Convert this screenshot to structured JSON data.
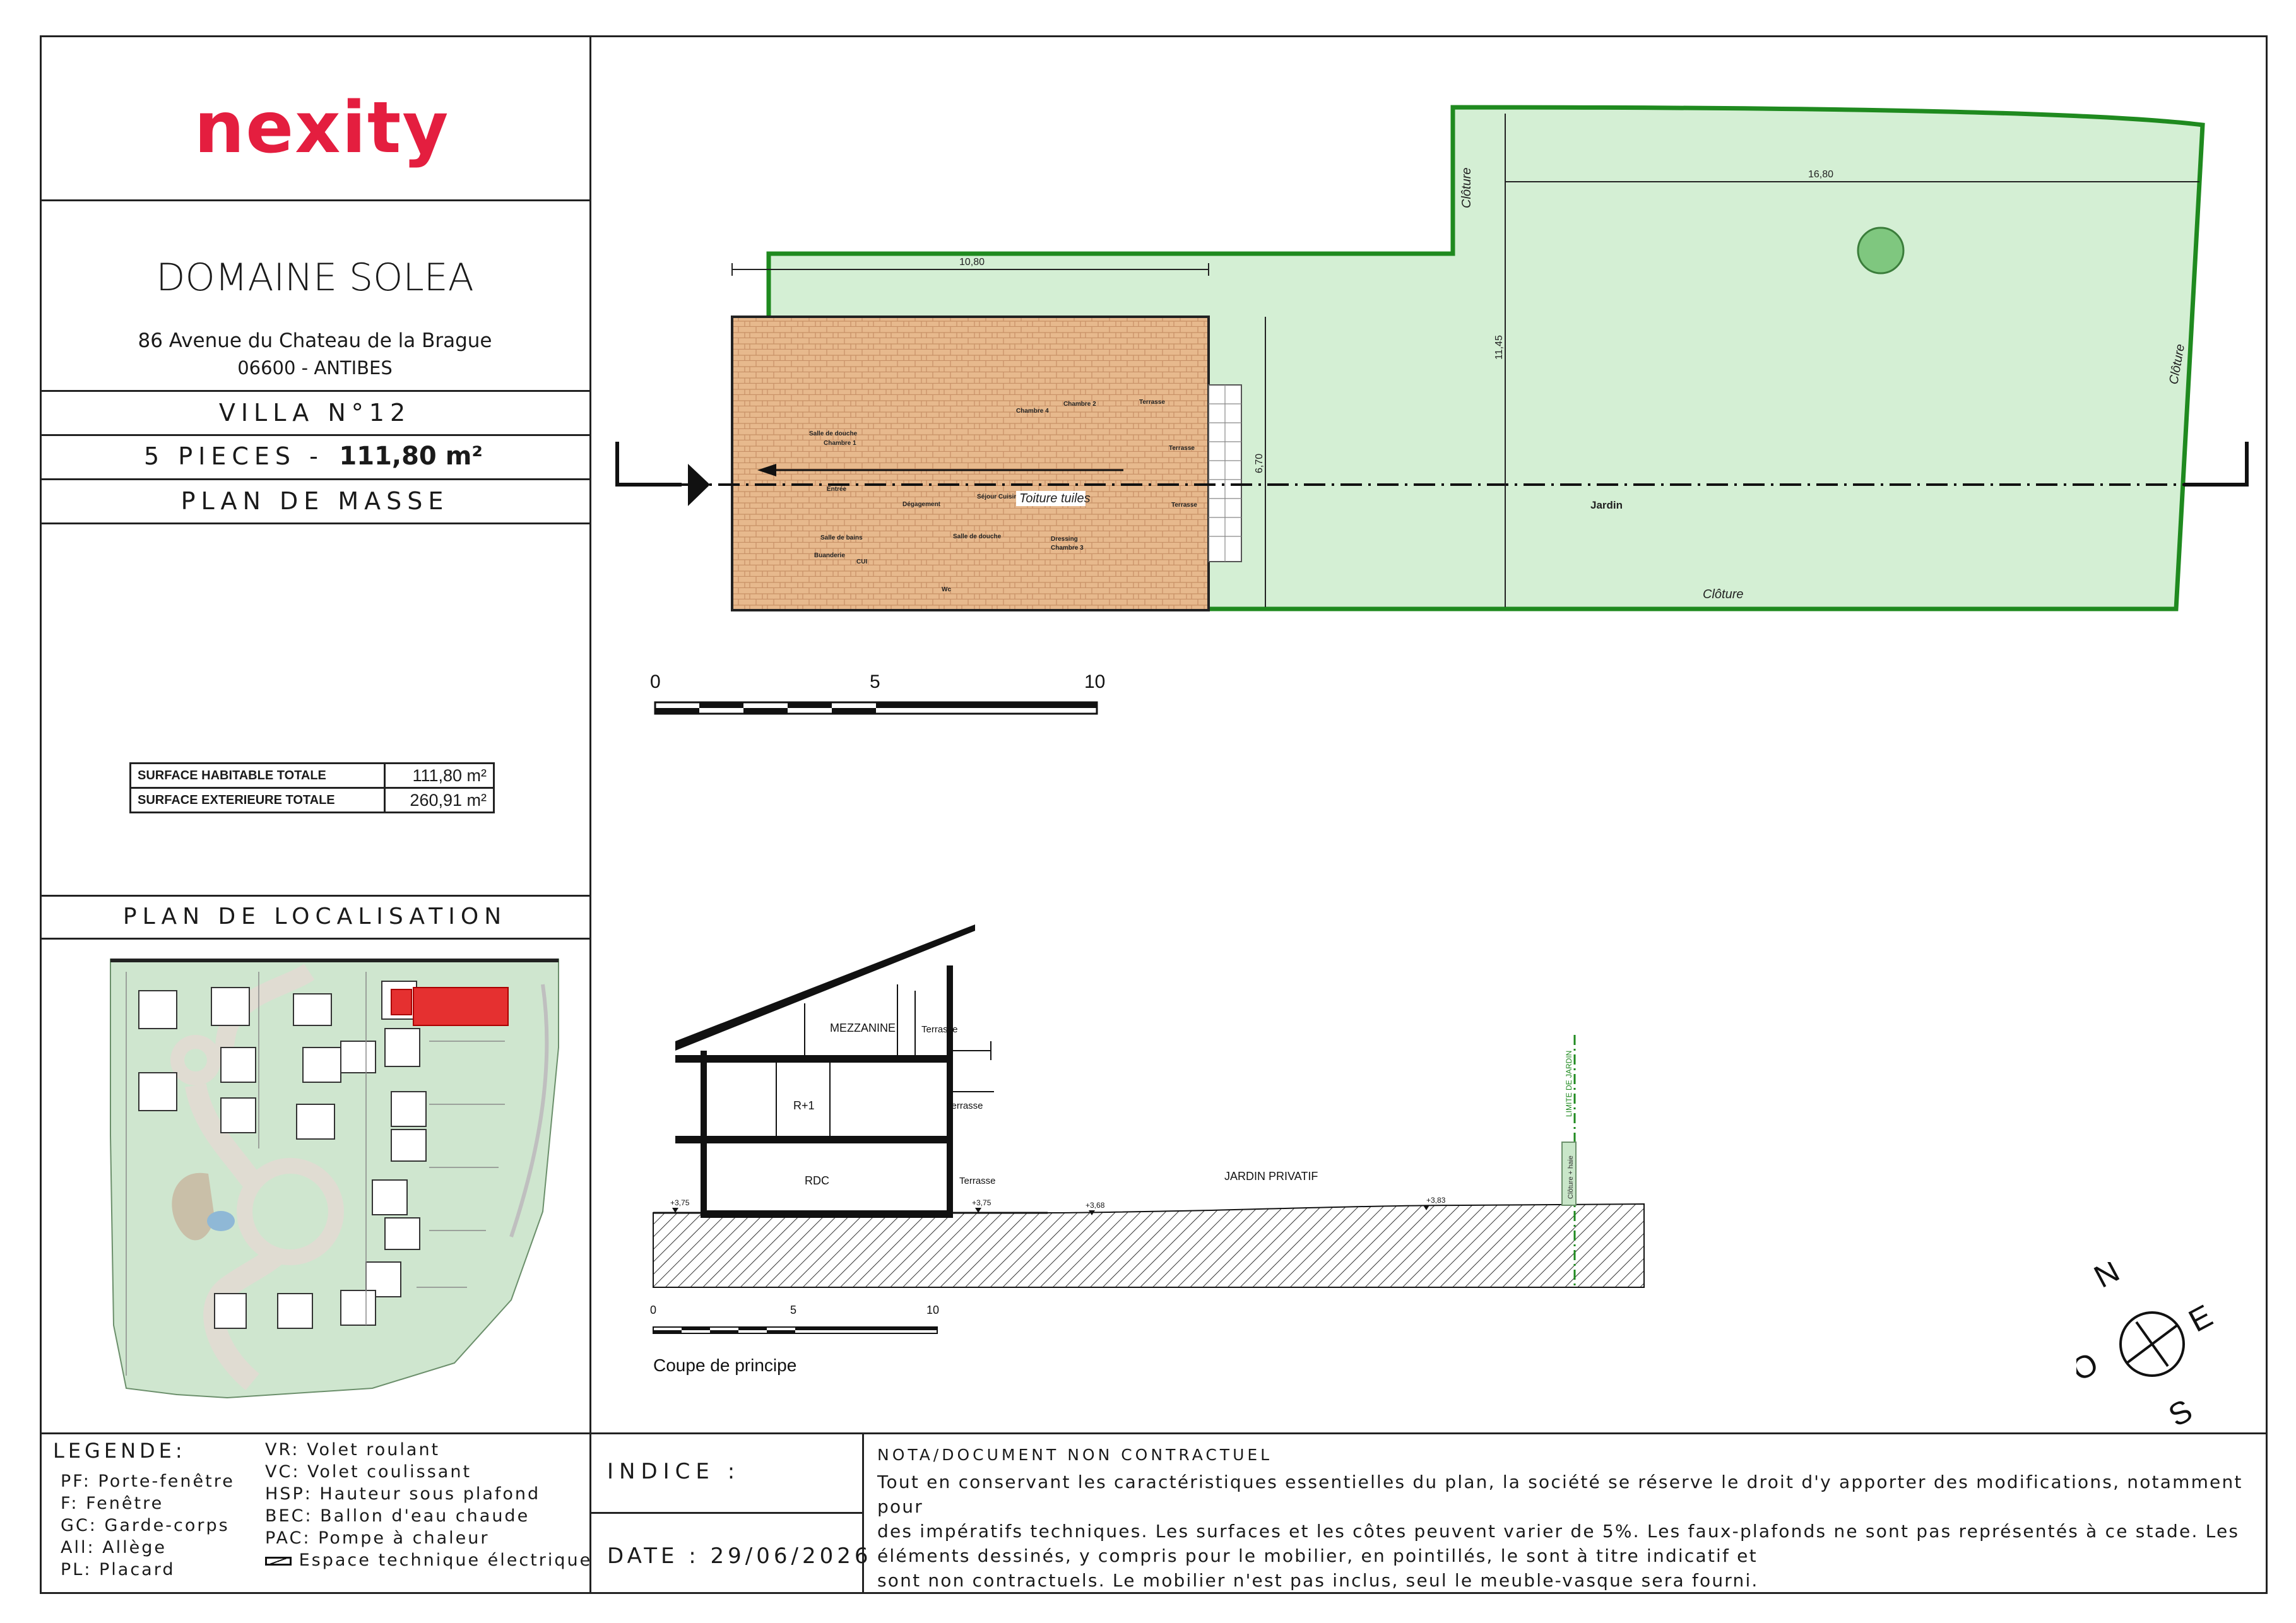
{
  "brand": {
    "logo": "nexity",
    "color": "#e41e3f"
  },
  "project": {
    "name": "DOMAINE SOLEA",
    "address_line1": "86 Avenue du Chateau de la Brague",
    "address_line2": "06600 - ANTIBES",
    "villa": "VILLA N°12",
    "pieces_label": "5 PIECES -",
    "area": "111,80 m²",
    "plan_title": "PLAN DE MASSE"
  },
  "surfaces": [
    {
      "label": "SURFACE HABITABLE TOTALE",
      "value": "111,80 m²"
    },
    {
      "label": "SURFACE EXTERIEURE TOTALE",
      "value": "260,91 m²"
    }
  ],
  "localisation_title": "PLAN DE LOCALISATION",
  "legend": {
    "title": "LEGENDE:",
    "col1": [
      "PF: Porte-fenêtre",
      "F: Fenêtre",
      "GC: Garde-corps",
      "All: Allège",
      "PL: Placard"
    ],
    "col2": [
      "VR: Volet roulant",
      "VC: Volet coulissant",
      "HSP: Hauteur sous plafond",
      "BEC: Ballon d'eau chaude",
      "PAC: Pompe à chaleur"
    ],
    "electrical": "Espace technique électrique"
  },
  "indice_label": "INDICE :",
  "date_label": "DATE : 29/06/2026",
  "nota": {
    "title": "NOTA/DOCUMENT NON CONTRACTUEL",
    "lines": [
      "Tout en conservant les caractéristiques essentielles du plan, la société se réserve le droit d'y apporter des modifications, notamment pour",
      "des impératifs techniques. Les surfaces et les côtes peuvent varier de 5%. Les faux-plafonds ne sont pas représentés à ce stade. Les",
      "éléments dessinés, y compris pour le mobilier, en pointillés, le sont à titre indicatif et",
      "sont non contractuels. Le mobilier n'est pas inclus, seul le meuble-vasque sera fourni."
    ]
  },
  "plan": {
    "dims": {
      "house_width": "10,80",
      "garden_width": "16,80",
      "depth_total": "11,45",
      "depth_house": "6,70"
    },
    "roof_label": "Toiture tuiles",
    "garden_label": "Jardin",
    "fence_label": "Clôture",
    "rooms": [
      "Salle de douche",
      "Chambre 1",
      "Entrée",
      "Dégagement",
      "Séjour Cuisine",
      "Chambre 4",
      "Chambre 2",
      "Terrasse",
      "Terrasse",
      "Terrasse",
      "Salle de bains",
      "Buanderie",
      "Salle de douche",
      "Dressing",
      "Chambre 3",
      "Wc",
      "CUI"
    ],
    "scale_labels": [
      "0",
      "5",
      "10"
    ],
    "colors": {
      "garden_fill": "#d4efd4",
      "garden_stroke": "#1f8a1f",
      "roof_fill": "#e7b98d",
      "tree": "#7fc77f"
    }
  },
  "section": {
    "labels": {
      "mezzanine": "MEZZANINE",
      "r1": "R+1",
      "rdc": "RDC",
      "terrasse": "Terrasse",
      "jardin": "JARDIN PRIVATIF",
      "limite": "LIMITE DE JARDIN",
      "cloture": "Clôture + haie"
    },
    "levels": [
      "+3,75",
      "+3,75",
      "+3,68",
      "+3,83"
    ],
    "title": "Coupe de principe",
    "scale_labels": [
      "0",
      "5",
      "10"
    ]
  },
  "compass": {
    "n": "N",
    "e": "E",
    "s": "S",
    "o": "O"
  }
}
